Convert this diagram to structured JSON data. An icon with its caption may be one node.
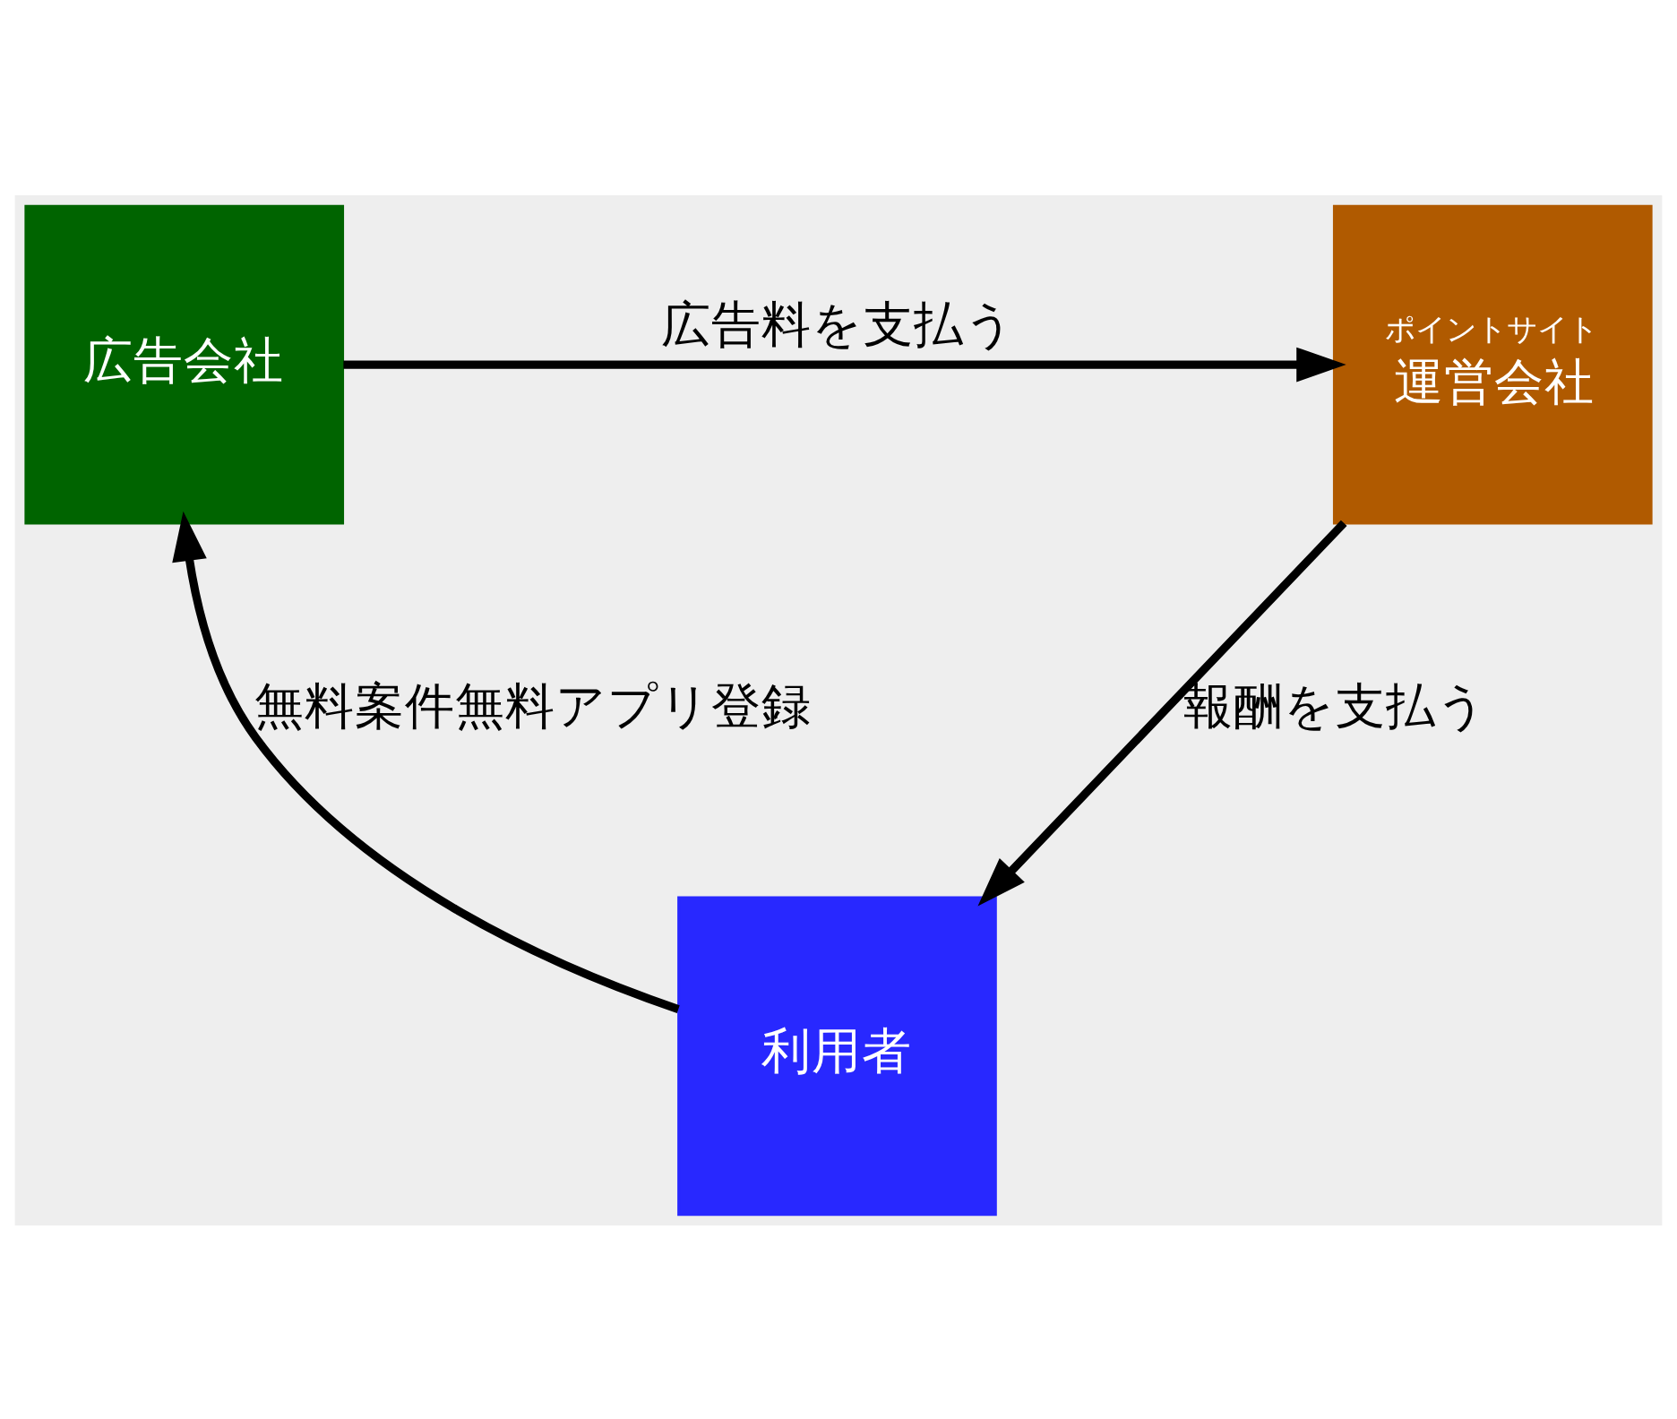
{
  "diagram": {
    "nodes": [
      {
        "text": [
          "広告会社"
        ]
      },
      {
        "text": [
          "ポイントサイト",
          "運営会社"
        ]
      },
      {
        "text": [
          "利用者"
        ]
      }
    ],
    "edges": [
      {
        "from": 0,
        "to": 1,
        "arrow": "to",
        "label": "広告料を支払う"
      },
      {
        "from": 1,
        "to": 2,
        "arrow": "to",
        "label": "報酬を支払う"
      },
      {
        "from": 2,
        "to": 0,
        "arrow": "to",
        "label": "無料案件無料アプリ登録"
      }
    ]
  }
}
